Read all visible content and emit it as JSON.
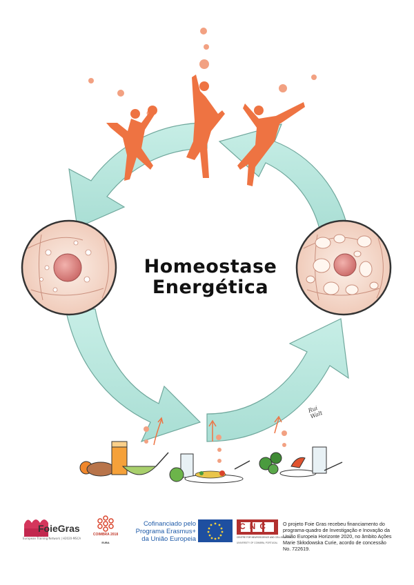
{
  "title": {
    "line1": "Homeostase",
    "line2": "Energética"
  },
  "signature": "Rui\nWalt",
  "logos": {
    "foiegras": {
      "name": "FoieGras",
      "subtitle": "European Training Network | H2020-MSCA"
    },
    "coimbra": {
      "line1": "COIMBRA 2018",
      "line2": "EUBA"
    },
    "erasmus": {
      "line1": "Cofinanciado pelo",
      "line2": "Programa Erasmus+",
      "line3": "da União Europeia"
    },
    "cnc": {
      "mark": "CNC",
      "name": "CENTRE FOR NEUROSCIENCE AND CELL BIOLOGY",
      "subtitle": "UNIVERSITY OF COIMBRA, PORTUGAL"
    }
  },
  "funding_text": "O projeto Foie Gras recebeu financiamento do programa-quadro de Investigação e Inovação da União Europeia Horizonte 2020, no âmbito Ações Marie Skłodowska Curie, acordo de concessão No. 722619.",
  "colors": {
    "arrow_fill": "#b9e8df",
    "arrow_stroke": "#7fb5aa",
    "cell_fill": "#f6ddd0",
    "nucleus": "#e4918f",
    "orange": "#ee7342",
    "dot": "#f2a182"
  }
}
